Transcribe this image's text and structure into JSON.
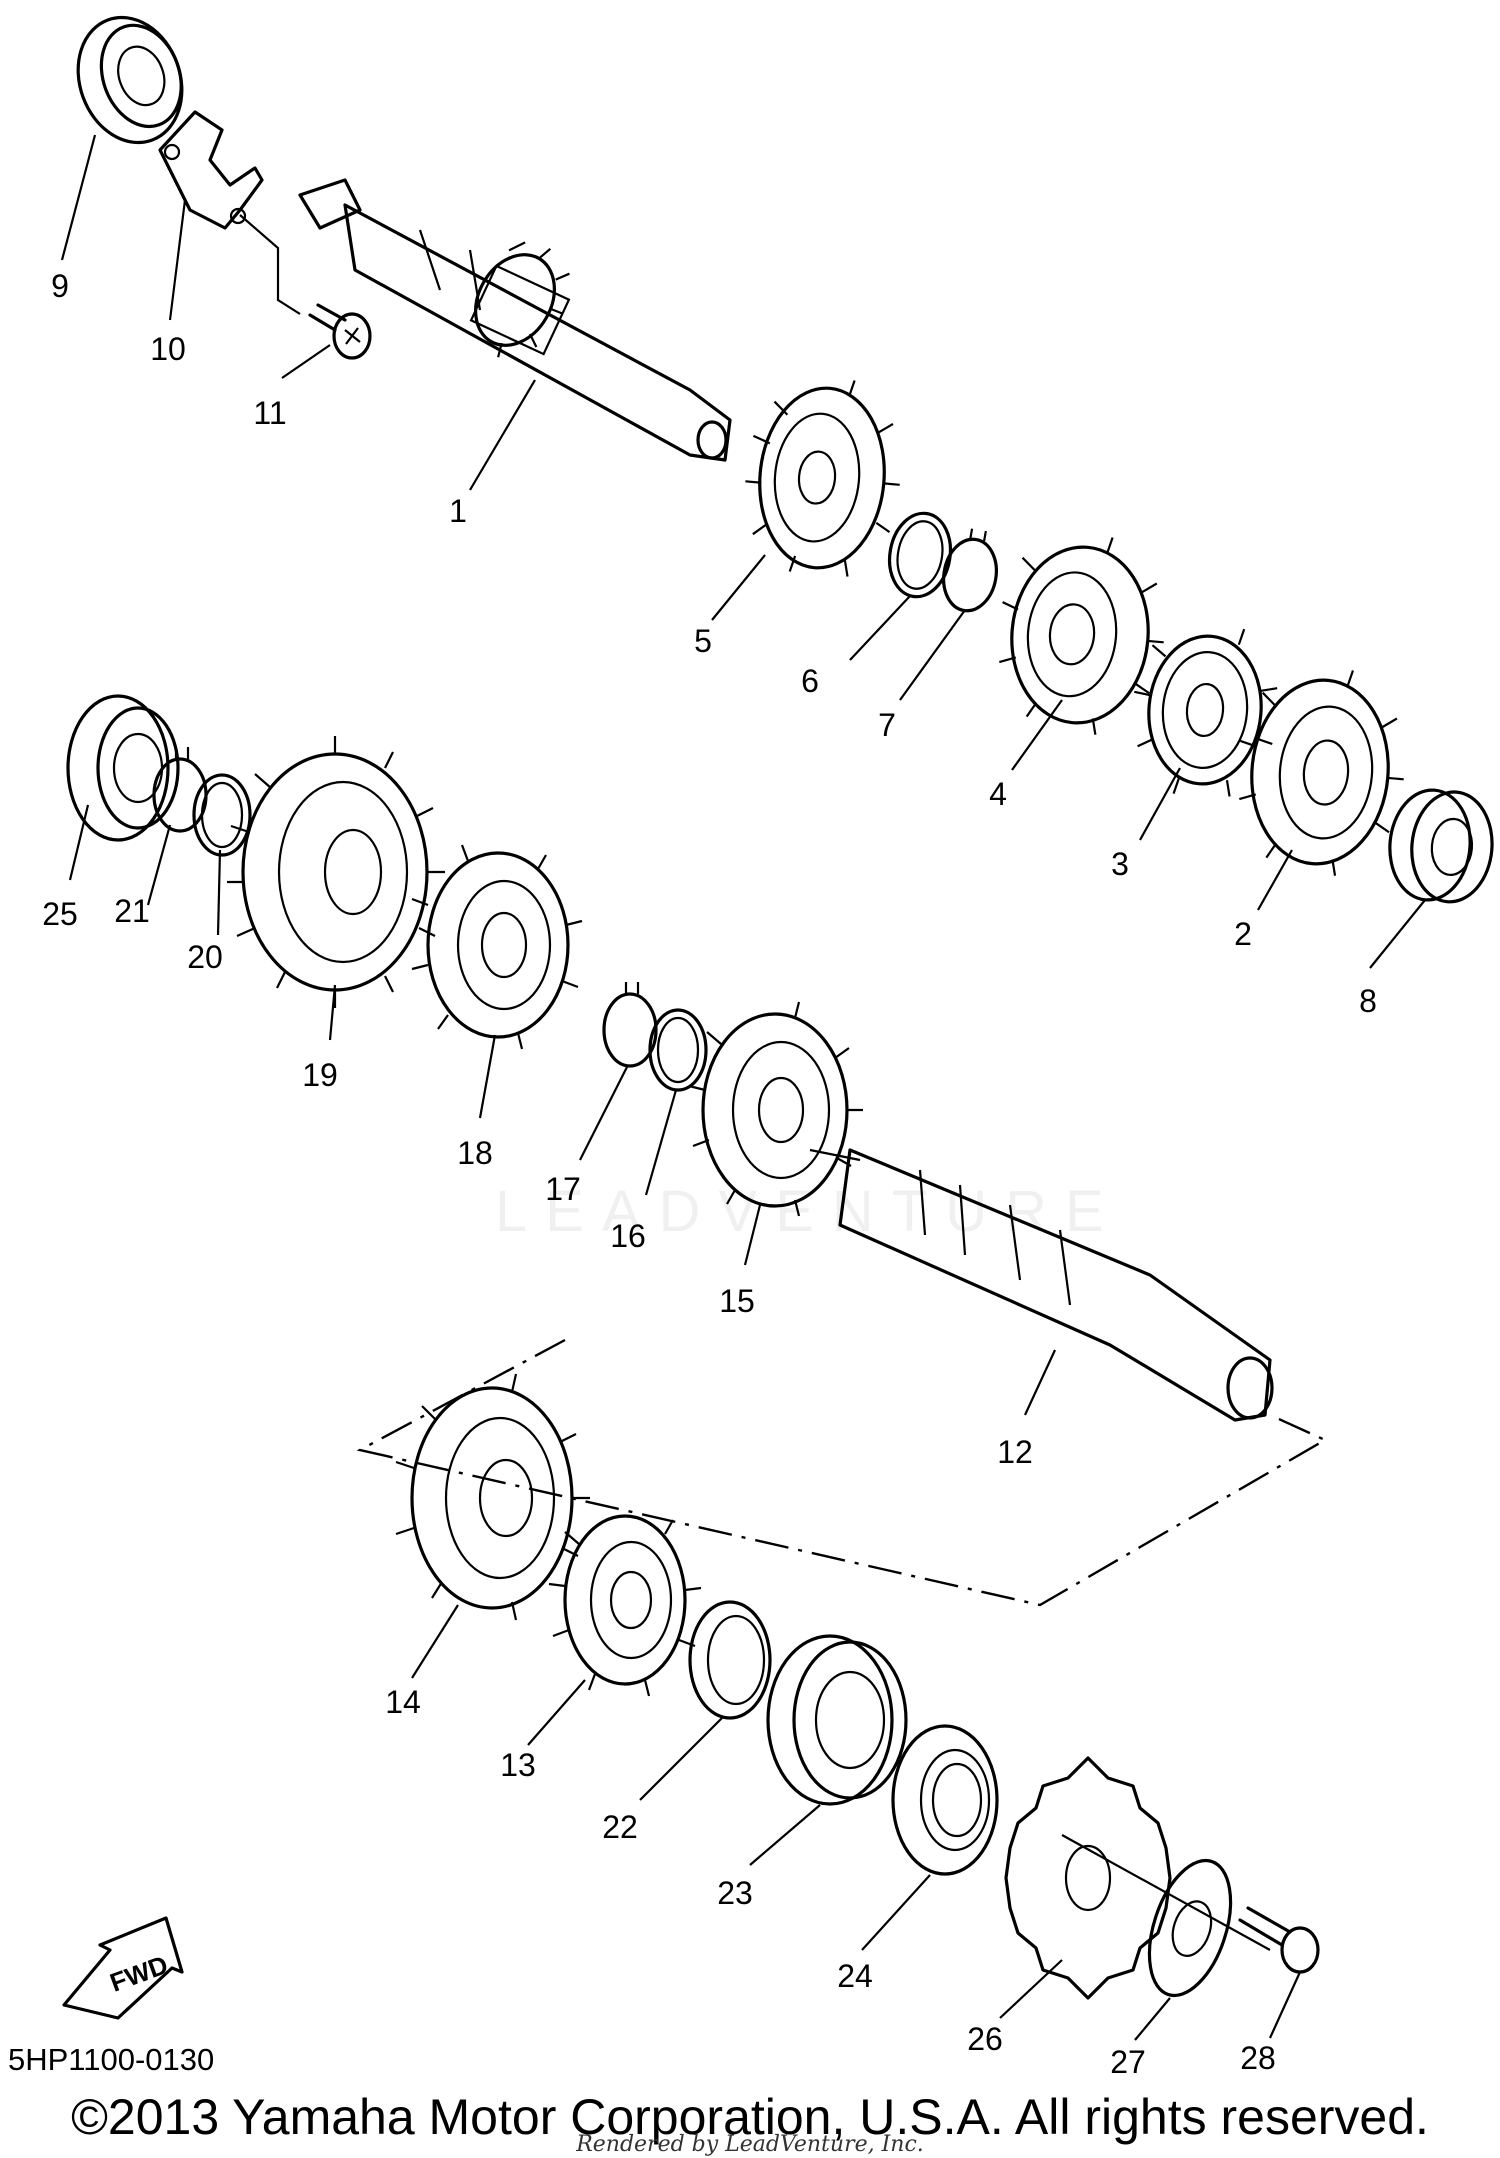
{
  "diagram": {
    "drawing_code": "5HP1100-0130",
    "copyright": "©2013 Yamaha Motor Corporation, U.S.A. All rights reserved.",
    "rendered_by": "Rendered by LeadVenture, Inc.",
    "watermark": "LEADVENTURE",
    "fwd_label": "FWD",
    "callouts": [
      {
        "id": "1",
        "label": "1"
      },
      {
        "id": "2",
        "label": "2"
      },
      {
        "id": "3",
        "label": "3"
      },
      {
        "id": "4",
        "label": "4"
      },
      {
        "id": "5",
        "label": "5"
      },
      {
        "id": "6",
        "label": "6"
      },
      {
        "id": "7",
        "label": "7"
      },
      {
        "id": "8",
        "label": "8"
      },
      {
        "id": "9",
        "label": "9"
      },
      {
        "id": "10",
        "label": "10"
      },
      {
        "id": "11",
        "label": "11"
      },
      {
        "id": "12",
        "label": "12"
      },
      {
        "id": "13",
        "label": "13"
      },
      {
        "id": "14",
        "label": "14"
      },
      {
        "id": "15",
        "label": "15"
      },
      {
        "id": "16",
        "label": "16"
      },
      {
        "id": "17",
        "label": "17"
      },
      {
        "id": "18",
        "label": "18"
      },
      {
        "id": "19",
        "label": "19"
      },
      {
        "id": "20",
        "label": "20"
      },
      {
        "id": "21",
        "label": "21"
      },
      {
        "id": "22",
        "label": "22"
      },
      {
        "id": "23",
        "label": "23"
      },
      {
        "id": "24",
        "label": "24"
      },
      {
        "id": "25",
        "label": "25"
      },
      {
        "id": "26",
        "label": "26"
      },
      {
        "id": "27",
        "label": "27"
      },
      {
        "id": "28",
        "label": "28"
      }
    ]
  }
}
